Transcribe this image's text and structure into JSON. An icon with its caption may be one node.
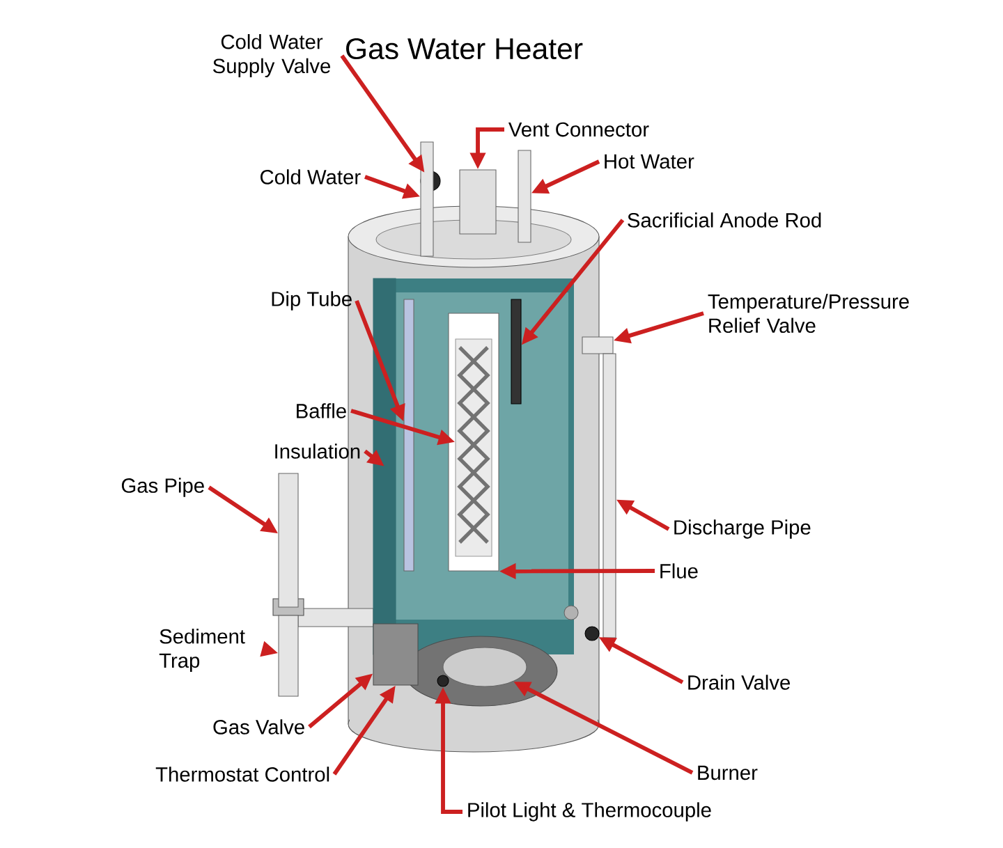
{
  "diagram": {
    "title": "Gas Water Heater",
    "nodes": [
      {
        "text": [
          "Cold Water Supply Valve"
        ]
      },
      {
        "text": [
          "Vent Connector"
        ]
      },
      {
        "text": [
          "Hot Water"
        ]
      },
      {
        "text": [
          "Cold Water"
        ]
      },
      {
        "text": [
          "Sacrificial Anode Rod"
        ]
      },
      {
        "text": [
          "Dip Tube"
        ]
      },
      {
        "text": [
          "Temperature/Pressure Relief Valve"
        ]
      },
      {
        "text": [
          "Baffle"
        ]
      },
      {
        "text": [
          "Insulation"
        ]
      },
      {
        "text": [
          "Gas Pipe"
        ]
      },
      {
        "text": [
          "Discharge Pipe"
        ]
      },
      {
        "text": [
          "Flue"
        ]
      },
      {
        "text": [
          "Sediment Trap"
        ]
      },
      {
        "text": [
          "Drain Valve"
        ]
      },
      {
        "text": [
          "Gas Valve"
        ]
      },
      {
        "text": [
          "Thermostat Control"
        ]
      },
      {
        "text": [
          "Burner"
        ]
      },
      {
        "text": [
          "Pilot Light & Thermocouple"
        ]
      },
      {
        "text": [],
        "shape": "circle"
      },
      {
        "text": [],
        "shape": "box"
      },
      {
        "text": [],
        "shape": "bar"
      },
      {
        "text": [],
        "shape": "bar"
      },
      {
        "text": [],
        "shape": "bar"
      },
      {
        "text": [],
        "shape": "bar"
      },
      {
        "text": [],
        "shape": "box"
      },
      {
        "text": [],
        "shape": "bar"
      },
      {
        "text": [],
        "shape": "cylinder"
      },
      {
        "text": [],
        "shape": "picture",
        "in": 26
      },
      {
        "text": [],
        "shape": "bar"
      },
      {
        "text": [],
        "shape": "bar"
      },
      {
        "text": [],
        "shape": "bar"
      },
      {
        "text": [],
        "shape": "circle"
      },
      {
        "text": [],
        "shape": "box"
      },
      {
        "text": [],
        "shape": "ellipse"
      },
      {
        "text": [],
        "shape": "circle"
      }
    ],
    "edges": [
      {
        "from": 0,
        "to": 18,
        "arrow": "to"
      },
      {
        "from": 1,
        "to": 19,
        "arrow": "to"
      },
      {
        "from": 2,
        "to": 20,
        "arrow": "to"
      },
      {
        "from": 3,
        "to": 21,
        "arrow": "to"
      },
      {
        "from": 4,
        "to": 22,
        "arrow": "to"
      },
      {
        "from": 5,
        "to": 23,
        "arrow": "to"
      },
      {
        "from": 6,
        "to": 24,
        "arrow": "to"
      },
      {
        "from": 7,
        "to": 27,
        "arrow": "to"
      },
      {
        "from": 8,
        "to": 25,
        "arrow": "to"
      },
      {
        "from": 9,
        "to": 28,
        "arrow": "to"
      },
      {
        "from": 10,
        "to": 29,
        "arrow": "to"
      },
      {
        "from": 11,
        "to": 26,
        "arrow": "to"
      },
      {
        "from": 12,
        "to": 30,
        "arrow": "to"
      },
      {
        "from": 13,
        "to": 31,
        "arrow": "to"
      },
      {
        "from": 14,
        "to": 32,
        "arrow": "to"
      },
      {
        "from": 15,
        "to": 32,
        "arrow": "to"
      },
      {
        "from": 16,
        "to": 33,
        "arrow": "to"
      },
      {
        "from": 17,
        "to": 34,
        "arrow": "to"
      }
    ]
  }
}
